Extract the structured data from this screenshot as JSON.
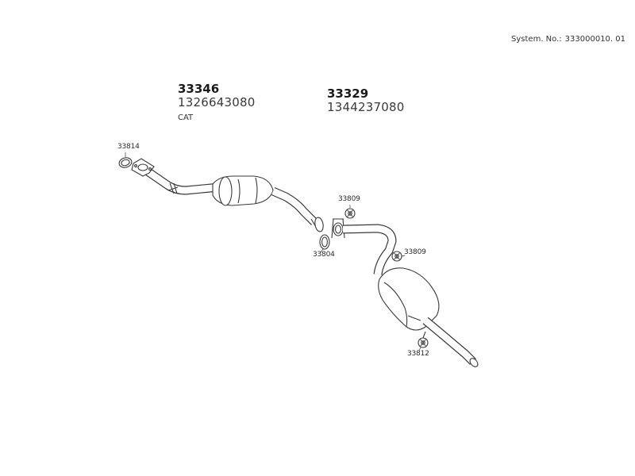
{
  "system": {
    "label": "System. No.:",
    "number": "333000010. 01"
  },
  "front_assembly": {
    "part_no": "33346",
    "oe_no": "1326643080",
    "note": "CAT"
  },
  "rear_assembly": {
    "part_no": "33329",
    "oe_no": "1344237080"
  },
  "callouts": {
    "flange_gasket": "33814",
    "connection_ring": "33804",
    "mount_upper": "33809",
    "mount_middle": "33809",
    "mount_rear": "33812"
  },
  "colors": {
    "line": "#3a3a3a",
    "text": "#2a2a2a",
    "background": "#ffffff"
  }
}
